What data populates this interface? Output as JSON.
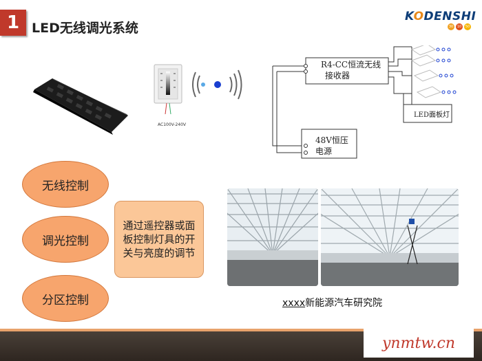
{
  "header": {
    "slide_number": "1",
    "title": "LED无线调光系统",
    "logo_prefix": "K",
    "logo_o": "O",
    "logo_suffix": "DENSHI",
    "badges": [
      "30",
      "10",
      "50"
    ],
    "badge_colors": [
      "#f0a020",
      "#e0501a",
      "#f6b400"
    ]
  },
  "device": {
    "voltage_label": "AC100V-240V"
  },
  "diagram": {
    "receiver_label_line1": "R4-CC恒流无线",
    "receiver_label_line2": "接收器",
    "psu_label_line1": "48V恒压",
    "psu_label_line2": "电源",
    "panel_label": "LED面板灯"
  },
  "features": [
    {
      "label": "无线控制"
    },
    {
      "label": "调光控制"
    },
    {
      "label": "分区控制"
    }
  ],
  "description": "通过遥控器或面板控制灯具的开关与亮度的调节",
  "photo_caption_prefix": "xxxx",
  "photo_caption_rest": "新能源汽车研究院",
  "watermark": "ynmtw.cn",
  "colors": {
    "accent": "#c0392b",
    "oval_fill": "#f7a56d",
    "box_fill": "#fbc798",
    "signal_blue": "#1a3fd0"
  }
}
